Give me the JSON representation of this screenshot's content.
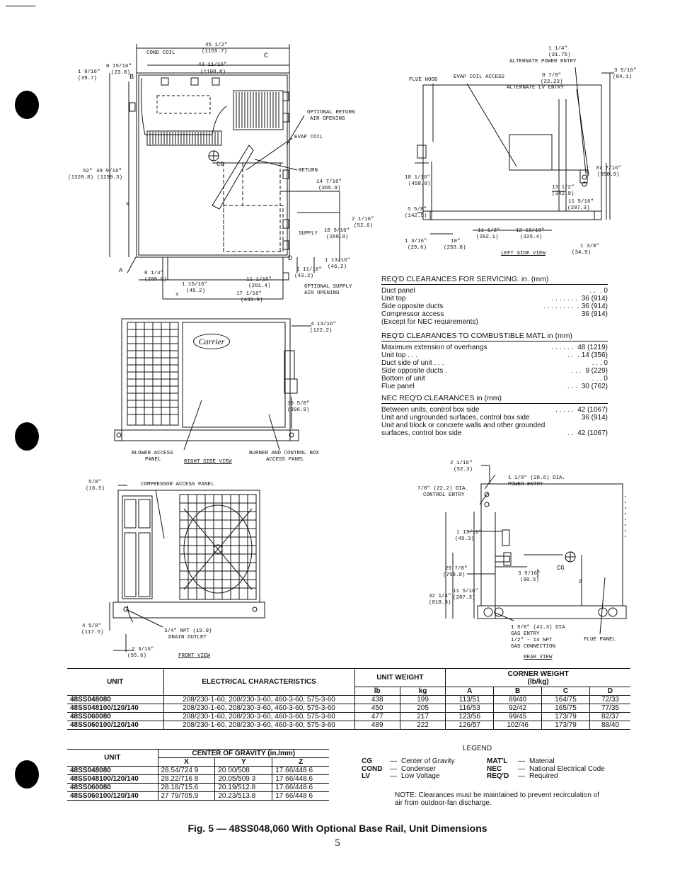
{
  "top_view": {
    "cond_coil": "COND COIL",
    "dim_45": "45 1/2\"",
    "dim_45_mm": "(1155.7)",
    "dim_43": "43 11/16\"",
    "dim_43_mm": "(1108.8)",
    "dim_015": "0 15/16\"",
    "dim_015_mm": "(23.8)",
    "dim_19": "1 9/16\"",
    "dim_19_mm": "(39.7)",
    "dim_52": "52\"",
    "dim_52_mm": "(1320.8)",
    "dim_49": "49 9/16\"",
    "dim_49_mm": "(1259.3)",
    "label_b": "B",
    "label_c": "C",
    "label_d": "D",
    "label_a": "A",
    "label_x": "X",
    "label_y": "Y",
    "cg": "CG",
    "opt_return": "OPTIONAL RETURN",
    "air_opening": "AIR OPENING",
    "evap_coil": "EVAP COIL",
    "return": "RETURN",
    "dim_147": "14 7/16\"",
    "dim_147_mm": "(365.9)",
    "dim_21": "2 1/16\"",
    "dim_21_mm": "(52.6)",
    "supply": "SUPPLY",
    "dim_109": "10 9/16\"",
    "dim_109_mm": "(268.9)",
    "dim_113": "1 13/16\"",
    "dim_113_mm": "(46.2)",
    "dim_111": "1 11/16\"",
    "dim_111_mm": "(43.2)",
    "opt_supply": "OPTIONAL SUPPLY",
    "opt_supply2": "AIR OPENING",
    "dim_81": "8 1/4\"",
    "dim_81_mm": "(209.6)",
    "dim_115": "1 15/16\"",
    "dim_115_mm": "(49.2)",
    "dim_11": "11 1/16\"",
    "dim_11_mm": "(281.4)",
    "dim_17": "17 1/16\"",
    "dim_17_mm": "(433.9)"
  },
  "left_view": {
    "dim_114": "1 1/4\"",
    "dim_114_mm": "(31.75)",
    "alt_power": "ALTERNATE POWER ENTRY",
    "flue_hood": "FLUE HOOD",
    "evap_access": "EVAP COIL ACCESS",
    "dim_078": "0 7/8\"",
    "dim_078_mm": "(22.23)",
    "alt_lv": "ALTERNATE LV ENTRY",
    "dim_35": "3 5/16\"",
    "dim_35_mm": "(84.1)",
    "dim_37": "37 7/16\"",
    "dim_37_mm": "(950.9)",
    "dim_18": "18 1/16\"",
    "dim_18_mm": "(458.8)",
    "dim_13": "13 1/2\"",
    "dim_13_mm": "(342.9)",
    "dim_115": "11 5/16\"",
    "dim_115_mm": "(287.3)",
    "dim_558": "5 5/8\"",
    "dim_558_mm": "(142.9)",
    "dim_112": "11 1/2\"",
    "dim_112_mm": "(292.1)",
    "dim_1213": "12 13/16\"",
    "dim_1213_mm": "(325.4)",
    "dim_13_16": "1 3/16\"",
    "dim_13_16_mm": "(29.6)",
    "dim_10": "10\"",
    "dim_10_mm": "(253.8)",
    "dim_138": "1 3/8\"",
    "dim_138_mm": "(34.9)",
    "title": "LEFT SIDE VIEW"
  },
  "right_view": {
    "dim_413": "4 13/16\"",
    "dim_413_mm": "(122.2)",
    "dim_155": "15 5/8\"",
    "dim_155_mm": "(396.9)",
    "blower": "BLOWER ACCESS",
    "panel": "PANEL",
    "burner": "BURNER AND CONTROL BOX",
    "burner2": "ACCESS PANEL",
    "title": "RIGHT SIDE VIEW",
    "logo": "Carrier"
  },
  "front_view": {
    "dim_58": "5/8\"",
    "dim_58_mm": "(16.5)",
    "comp_access": "COMPRESSOR ACCESS PANEL",
    "dim_458": "4 5/8\"",
    "dim_458_mm": "(117.5)",
    "npt": "3/4\" NPT (19.0)",
    "drain": "DRAIN OUTLET",
    "dim_23": "2 3/16\"",
    "dim_23_mm": "(55.6)",
    "title": "FRONT VIEW"
  },
  "rear_view": {
    "dim_21": "2 1/16\"",
    "dim_21_mm": "(52.3)",
    "dim_118": "1 1/8\" (28.6) DIA.",
    "power_entry": "POWER ENTRY",
    "dim_78": "7/8\" (22.2) DIA.",
    "control_entry": "CONTROL ENTRY",
    "dim_113": "1 13/16\"",
    "dim_113_mm": "(45.3)",
    "dim_29": "29 7/8\"",
    "dim_29_mm": "(758.8)",
    "dim_39": "3 9/16\"",
    "dim_39_mm": "(90.5)",
    "cg": "CG",
    "label_z": "Z",
    "dim_115": "11 5/16\"",
    "dim_115_mm": "(287.3)",
    "dim_32": "32 1/4\"",
    "dim_32_mm": "(818.9)",
    "dim_158": "1 5/8\" (41.3) DIA",
    "gas_entry": "GAS ENTRY",
    "npt": "1/2\" - 14 NPT",
    "gas_conn": "GAS CONNECTION",
    "flue_panel": "FLUE PANEL",
    "title": "REAR VIEW"
  },
  "servicing": {
    "title": "REQ'D CLEARANCES FOR SERVICING. in. (mm)",
    "rows": [
      {
        "label": "Duct panel",
        "dots": ". .",
        "value": ". 0"
      },
      {
        "label": "Unit top",
        "dots": ". . . . . . .",
        "value": "36 (914)"
      },
      {
        "label": "Side opposite ducts",
        "dots": ". . . . . . . .",
        "value": ". 36 (914)"
      },
      {
        "label": "Compressor access",
        "dots": "",
        "value": "36 (914)"
      },
      {
        "label": "(Except for NEC requirements)",
        "dots": "",
        "value": ""
      }
    ]
  },
  "combustible": {
    "title": "REQ'D CLEARANCES TO COMBUSTIBLE MATL in (mm)",
    "rows": [
      {
        "label": "Maximum extension of overhangs",
        "dots": ". . . . . .",
        "value": "48 (1219)"
      },
      {
        "label": "Unit top . . .",
        "dots": ". .",
        "value": ". 14 (356)"
      },
      {
        "label": "Duct side of unit . . .",
        "dots": "",
        "value": ". . . 0"
      },
      {
        "label": "Side opposite ducts .",
        "dots": ". . .",
        "value": "9 (229)"
      },
      {
        "label": "Bottom of unit",
        "dots": "",
        "value": ". . . 0"
      },
      {
        "label": "Flue panel",
        "dots": ". . .",
        "value": "30 (762)"
      }
    ]
  },
  "nec": {
    "title": "NEC REQ'D CLEARANCES in (mm)",
    "rows": [
      {
        "label": "Between units, control box side",
        "dots": ". . . . .",
        "value": "42 (1067)"
      },
      {
        "label": "Unit and ungrounded surfaces, control box side",
        "dots": "",
        "value": "36 (914)"
      },
      {
        "label": "Unit and block or concrete walls and other grounded",
        "dots": "",
        "value": ""
      },
      {
        "label": "surfaces, control box side",
        "dots": ". .",
        "value": "42 (1067)"
      }
    ]
  },
  "weights_table": {
    "h_unit": "UNIT",
    "h_elec": "ELECTRICAL CHARACTERISTICS",
    "h_weight": "UNIT WEIGHT",
    "h_corner": "CORNER WEIGHT",
    "h_corner2": "(lb/kg)",
    "h_lb": "lb",
    "h_kg": "kg",
    "h_a": "A",
    "h_b": "B",
    "h_c": "C",
    "h_d": "D",
    "rows": [
      {
        "unit": "48SS048080",
        "elec": "208/230-1-60, 208/230-3-60, 460-3-60, 575-3-60",
        "lb": "438",
        "kg": "199",
        "a": "113/51",
        "b": "89/40",
        "c": "164/75",
        "d": "72/33"
      },
      {
        "unit": "48SS048100/120/140",
        "elec": "208/230-1-60, 208/230-3-60, 460-3-60, 575-3-60",
        "lb": "450",
        "kg": "205",
        "a": "116/53",
        "b": "92/42",
        "c": "165/75",
        "d": "77/35"
      },
      {
        "unit": "48SS060080",
        "elec": "208/230-1-60, 208/230-3-60, 460-3-60, 575-3-60",
        "lb": "477",
        "kg": "217",
        "a": "123/56",
        "b": "99/45",
        "c": "173/79",
        "d": "82/37"
      },
      {
        "unit": "48SS060100/120/140",
        "elec": "208/230-1-60, 208/230-3-60, 460-3-60, 575-3-60",
        "lb": "489",
        "kg": "222",
        "a": "126/57",
        "b": "102/46",
        "c": "173/79",
        "d": "88/40"
      }
    ]
  },
  "cg_table": {
    "h_unit": "UNIT",
    "h_cg": "CENTER OF GRAVITY (in./mm)",
    "h_x": "X",
    "h_y": "Y",
    "h_z": "Z",
    "rows": [
      {
        "unit": "48SS048080",
        "x": "28.54/724 9",
        "y": "20 00/508",
        "z": "17.66/448 6"
      },
      {
        "unit": "48SS048100/120/140",
        "x": "28.22/716 8",
        "y": "20.05/509 3",
        "z": "17 66/448.6"
      },
      {
        "unit": "48SS060080",
        "x": "28.18/715.6",
        "y": "20.19/512.8",
        "z": "17.66/448.6"
      },
      {
        "unit": "48SS060100/120/140",
        "x": "27 79/705.9",
        "y": "20.23/513.8",
        "z": "17 66/448 6"
      }
    ]
  },
  "legend": {
    "title": "LEGEND",
    "items": [
      {
        "k": "CG",
        "v": "Center of Gravity"
      },
      {
        "k": "COND",
        "v": "Condenser"
      },
      {
        "k": "LV",
        "v": "Low Voltage"
      },
      {
        "k": "MAT'L",
        "v": "Material"
      },
      {
        "k": "NEC",
        "v": "National Electrical Code"
      },
      {
        "k": "REQ'D",
        "v": "Required"
      }
    ],
    "note": "NOTE: Clearances must be maintained to prevent recirculation of",
    "note2": "air from outdoor-fan discharge."
  },
  "caption": "Fig. 5 — 48SS048,060 With Optional Base Rail, Unit Dimensions",
  "page_number": "5"
}
